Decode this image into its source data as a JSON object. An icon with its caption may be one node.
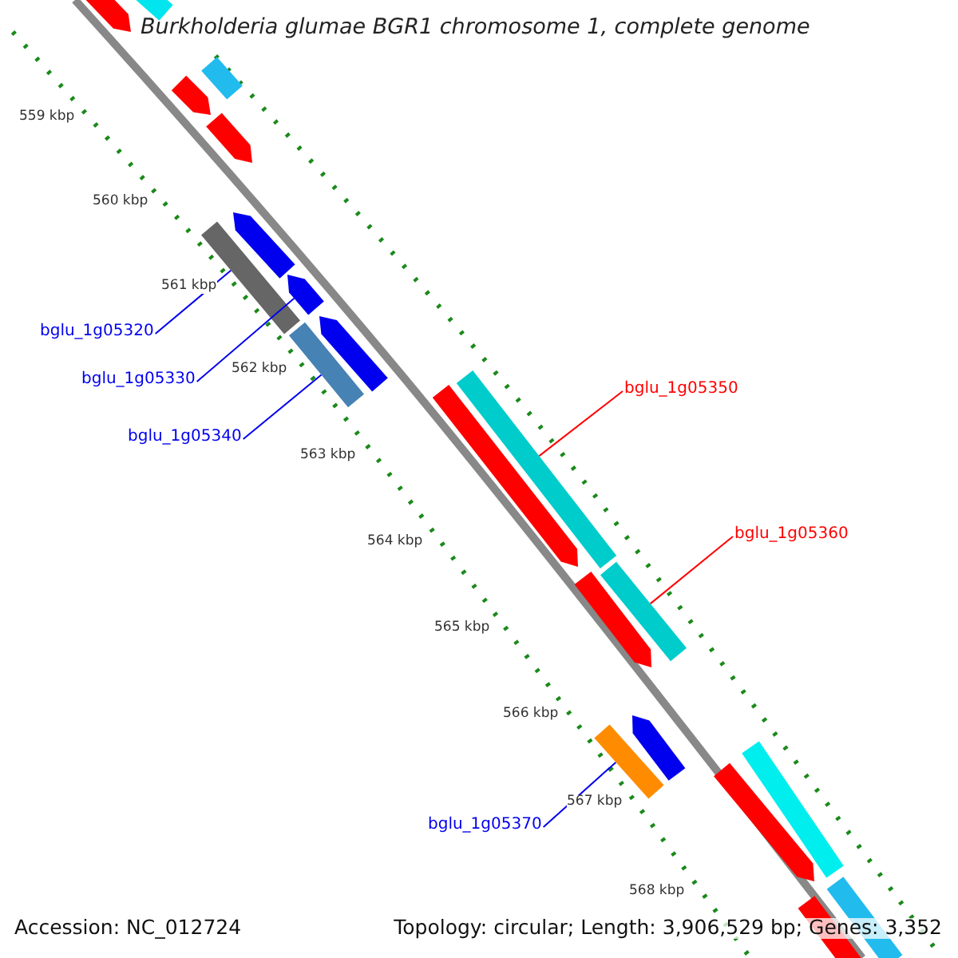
{
  "diagram": {
    "title": "Burkholderia glumae BGR1 chromosome 1, complete genome",
    "nodes": [
      {
        "text": [
          "bglu_1g05320"
        ]
      },
      {
        "text": [],
        "shape": "bar"
      },
      {
        "text": [
          "bglu_1g05330"
        ]
      },
      {
        "text": [],
        "shape": "bar"
      },
      {
        "text": [
          "bglu_1g05340"
        ]
      },
      {
        "text": [],
        "shape": "bar"
      },
      {
        "text": [
          "bglu_1g05350"
        ]
      },
      {
        "text": [],
        "shape": "bar"
      },
      {
        "text": [
          "bglu_1g05360"
        ]
      },
      {
        "text": [],
        "shape": "bar"
      },
      {
        "text": [
          "bglu_1g05370"
        ]
      },
      {
        "text": [],
        "shape": "bar"
      },
      {
        "text": [],
        "shape": "bar"
      },
      {
        "text": [],
        "shape": "bar"
      },
      {
        "text": [],
        "shape": "bar"
      },
      {
        "text": [],
        "shape": "bar"
      },
      {
        "text": [],
        "shape": "bar"
      },
      {
        "text": [],
        "shape": "bar"
      },
      {
        "text": [],
        "shape": "bar"
      },
      {
        "text": [],
        "shape": "bar"
      },
      {
        "text": [],
        "shape": "bar"
      },
      {
        "text": [],
        "shape": "bar"
      },
      {
        "text": [],
        "shape": "bar"
      },
      {
        "text": [],
        "shape": "bar"
      },
      {
        "text": [],
        "shape": "bar"
      },
      {
        "text": [],
        "shape": "bar"
      }
    ],
    "edges": [
      {
        "from": 0,
        "to": 1,
        "arrow": "none"
      },
      {
        "from": 2,
        "to": 3,
        "arrow": "none"
      },
      {
        "from": 4,
        "to": 5,
        "arrow": "none"
      },
      {
        "from": 6,
        "to": 7,
        "arrow": "none",
        "color": "#ff0000"
      },
      {
        "from": 8,
        "to": 9,
        "arrow": "none",
        "color": "#ff0000"
      },
      {
        "from": 10,
        "to": 11,
        "arrow": "none"
      }
    ],
    "labels": [
      "559 kbp",
      "560 kbp",
      "561 kbp",
      "562 kbp",
      "563 kbp",
      "564 kbp",
      "565 kbp",
      "566 kbp",
      "567 kbp",
      "568 kbp",
      "Accession: NC_012724",
      "Topology: circular; Length: 3,906,529 bp; Genes: 3,352"
    ]
  }
}
